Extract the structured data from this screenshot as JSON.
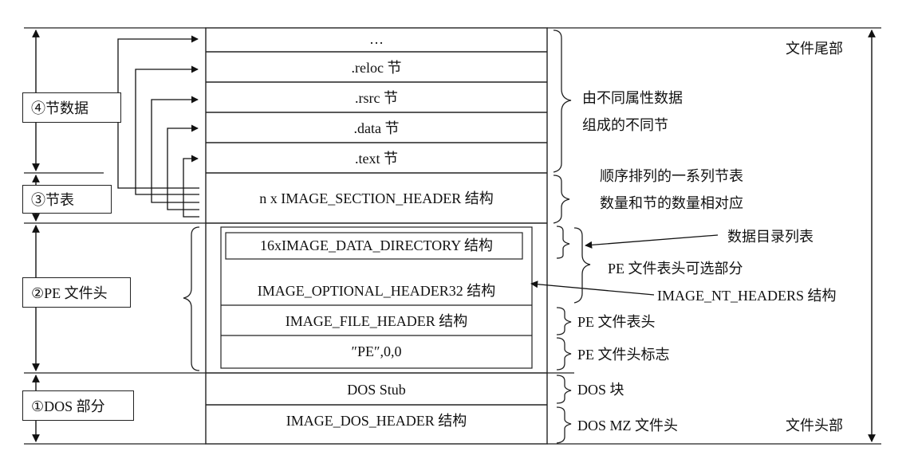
{
  "sections": {
    "section_data": "④节数据",
    "section_table": "③节表",
    "pe_header": "②PE 文件头",
    "dos_part": "①DOS 部分"
  },
  "blocks": {
    "ellipsis": "…",
    "reloc": ".reloc 节",
    "rsrc": ".rsrc 节",
    "data": ".data 节",
    "text": ".text 节",
    "section_header": "n x IMAGE_SECTION_HEADER 结构",
    "data_directory": "16xIMAGE_DATA_DIRECTORY 结构",
    "optional_header": "IMAGE_OPTIONAL_HEADER32 结构",
    "file_header": "IMAGE_FILE_HEADER 结构",
    "pe_signature": "″PE″,0,0",
    "dos_stub": "DOS Stub",
    "dos_header": "IMAGE_DOS_HEADER 结构"
  },
  "annotations": {
    "file_tail": "文件尾部",
    "file_head": "文件头部",
    "sections_desc_1": "由不同属性数据",
    "sections_desc_2": "组成的不同节",
    "table_desc_1": "顺序排列的一系列节表",
    "table_desc_2": "数量和节的数量相对应",
    "data_dir_list": "数据目录列表",
    "pe_optional": "PE 文件表头可选部分",
    "nt_headers": "IMAGE_NT_HEADERS 结构",
    "pe_file_header": "PE 文件表头",
    "pe_signature_desc": "PE 文件头标志",
    "dos_block": "DOS 块",
    "dos_mz": "DOS MZ 文件头"
  }
}
